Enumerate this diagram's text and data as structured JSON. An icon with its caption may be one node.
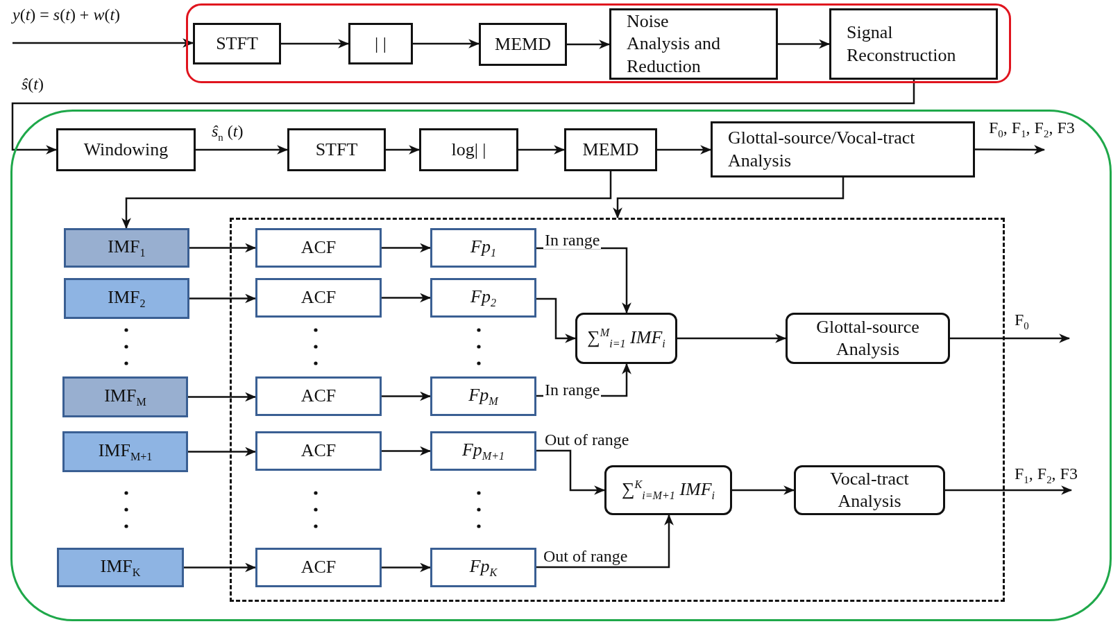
{
  "diagram": {
    "nodes": [
      {
        "text": [],
        "shape": "box"
      },
      {
        "text": [
          "STFT"
        ],
        "in": 0
      },
      {
        "text": [
          "| |"
        ],
        "in": 0
      },
      {
        "text": [
          "MEMD"
        ],
        "in": 0
      },
      {
        "text": [
          "Noise Analysis and Reduction"
        ],
        "in": 0
      },
      {
        "text": [
          "Signal Reconstruction"
        ],
        "in": 0
      },
      {
        "text": [],
        "shape": "box"
      },
      {
        "text": [
          "Windowing"
        ],
        "in": 6
      },
      {
        "text": [
          "STFT"
        ],
        "in": 6
      },
      {
        "text": [
          "log| |"
        ],
        "in": 6
      },
      {
        "text": [
          "MEMD"
        ],
        "in": 6
      },
      {
        "text": [
          "Glottal-source/Vocal-tract Analysis"
        ],
        "in": 6
      },
      {
        "text": [],
        "shape": "box",
        "in": 6
      },
      {
        "text": [
          "IMF$_{1}$"
        ],
        "in": 6
      },
      {
        "text": [
          "IMF$_{2}$"
        ],
        "in": 6
      },
      {
        "text": [
          "IMF$_{M}$"
        ],
        "in": 6
      },
      {
        "text": [
          "IMF$_{M+1}$"
        ],
        "in": 6
      },
      {
        "text": [
          "IMF$_{K}$"
        ],
        "in": 6
      },
      {
        "text": [
          "ACF"
        ],
        "in": 12
      },
      {
        "text": [
          "ACF"
        ],
        "in": 12
      },
      {
        "text": [
          "ACF"
        ],
        "in": 12
      },
      {
        "text": [
          "ACF"
        ],
        "in": 12
      },
      {
        "text": [
          "ACF"
        ],
        "in": 12
      },
      {
        "text": [
          "Fp$_{1}$"
        ],
        "in": 12
      },
      {
        "text": [
          "Fp$_{2}$"
        ],
        "in": 12
      },
      {
        "text": [
          "Fp$_{M}$"
        ],
        "in": 12
      },
      {
        "text": [
          "Fp$_{M+1}$"
        ],
        "in": 12
      },
      {
        "text": [
          "Fp$_{K}$"
        ],
        "in": 12
      },
      {
        "text": [
          "∑$^{M}$$_{i=1}$ IMF$_{i}$"
        ],
        "in": 12
      },
      {
        "text": [
          "∑$^{K}$$_{i=M+1}$ IMF$_{i}$"
        ],
        "in": 12
      },
      {
        "text": [
          "Glottal-source Analysis"
        ],
        "in": 12
      },
      {
        "text": [
          "Vocal-tract Analysis"
        ],
        "in": 12
      }
    ],
    "edges": [
      {
        "from": null,
        "to": 1,
        "arrow": "to",
        "label": "*y*(*t*) = *s*(*t*) + *w*(*t*)"
      },
      {
        "from": 1,
        "to": 2,
        "arrow": "to"
      },
      {
        "from": 2,
        "to": 3,
        "arrow": "to"
      },
      {
        "from": 3,
        "to": 4,
        "arrow": "to"
      },
      {
        "from": 4,
        "to": 5,
        "arrow": "to"
      },
      {
        "from": 5,
        "to": 7,
        "arrow": "to",
        "label": "*ŝ*(*t*)"
      },
      {
        "from": 7,
        "to": 8,
        "arrow": "to",
        "label": "*ŝ*$_{n}$ (*t*)"
      },
      {
        "from": 8,
        "to": 9,
        "arrow": "to"
      },
      {
        "from": 9,
        "to": 10,
        "arrow": "to"
      },
      {
        "from": 10,
        "to": 11,
        "arrow": "to"
      },
      {
        "from": 11,
        "to": null,
        "arrow": "to",
        "label": "F$_{0}$, F$_{1}$, F$_{2}$, F3"
      },
      {
        "from": 10,
        "to": 13,
        "arrow": "to"
      },
      {
        "from": 11,
        "to": 12,
        "arrow": "to"
      },
      {
        "from": 13,
        "to": 18,
        "arrow": "to"
      },
      {
        "from": 14,
        "to": 19,
        "arrow": "to"
      },
      {
        "from": 15,
        "to": 20,
        "arrow": "to"
      },
      {
        "from": 16,
        "to": 21,
        "arrow": "to"
      },
      {
        "from": 17,
        "to": 22,
        "arrow": "to"
      },
      {
        "from": 18,
        "to": 23,
        "arrow": "to"
      },
      {
        "from": 19,
        "to": 24,
        "arrow": "to"
      },
      {
        "from": 20,
        "to": 25,
        "arrow": "to"
      },
      {
        "from": 21,
        "to": 26,
        "arrow": "to"
      },
      {
        "from": 22,
        "to": 27,
        "arrow": "to"
      },
      {
        "from": 23,
        "to": 28,
        "arrow": "to",
        "label": "In range"
      },
      {
        "from": 24,
        "to": 28,
        "arrow": "to"
      },
      {
        "from": 25,
        "to": 28,
        "arrow": "to",
        "label": "In range"
      },
      {
        "from": 26,
        "to": 29,
        "arrow": "to",
        "label": "Out of range"
      },
      {
        "from": 27,
        "to": 29,
        "arrow": "to",
        "label": "Out of range"
      },
      {
        "from": 28,
        "to": 30,
        "arrow": "to"
      },
      {
        "from": 29,
        "to": 31,
        "arrow": "to"
      },
      {
        "from": 30,
        "to": null,
        "arrow": "to",
        "label": "F$_{0}$"
      },
      {
        "from": 31,
        "to": null,
        "arrow": "to",
        "label": "F$_{1}$, F$_{2}$, F3"
      }
    ]
  }
}
